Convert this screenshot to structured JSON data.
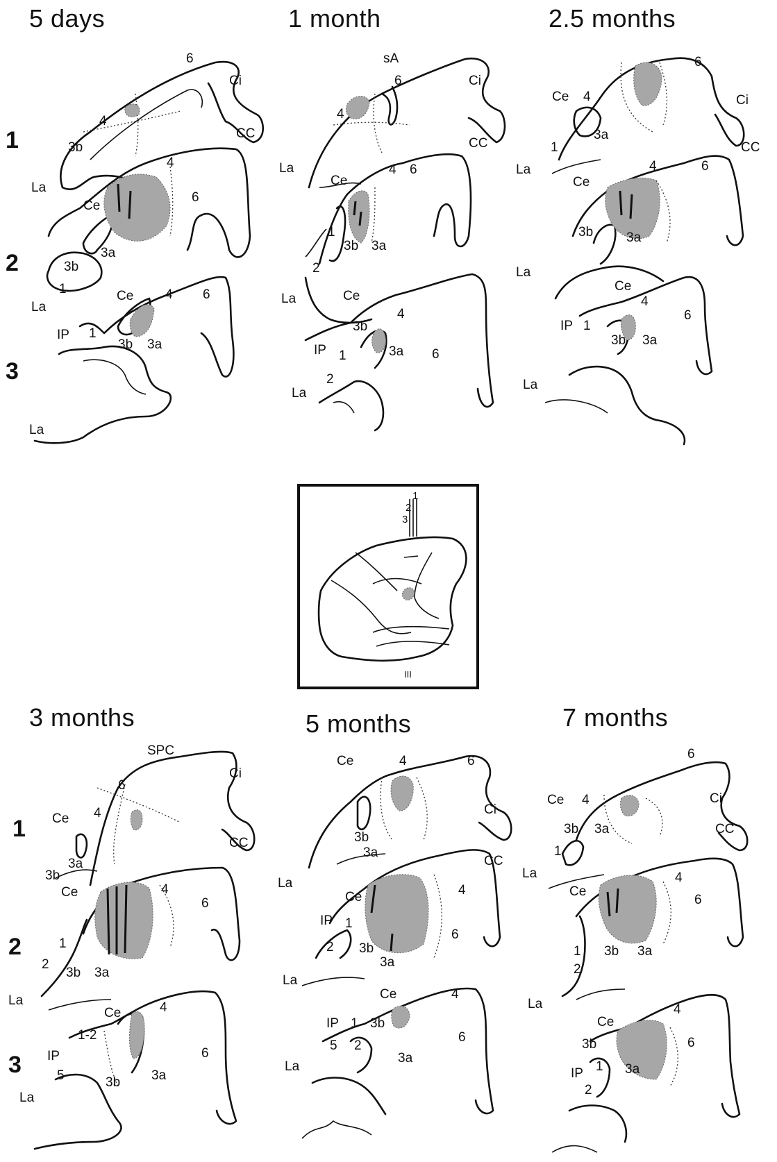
{
  "titles": {
    "t1": "5 days",
    "t2": "1 month",
    "t3": "2.5 months",
    "t4": "3 months",
    "t5": "5 months",
    "t6": "7 months"
  },
  "row_numbers": {
    "top": [
      "1",
      "2",
      "3"
    ],
    "bottom": [
      "1",
      "2",
      "3"
    ]
  },
  "inset": {
    "levels": [
      "1",
      "2",
      "3"
    ],
    "bottom_mark": "III"
  },
  "labels": {
    "p1": {
      "s1": [
        "6",
        "Ci",
        "CC",
        "4",
        "3b",
        "La"
      ],
      "s2": [
        "4",
        "Ce",
        "6",
        "3a",
        "3b",
        "1",
        "La"
      ],
      "s3": [
        "Ce",
        "4",
        "6",
        "IP",
        "1",
        "3b",
        "3a",
        "La"
      ]
    },
    "p2": {
      "s1": [
        "sA",
        "6",
        "Ci",
        "4",
        "CC",
        "La"
      ],
      "s2": [
        "Ce",
        "4",
        "6",
        "1",
        "3b",
        "3a",
        "2",
        "La"
      ],
      "s3": [
        "Ce",
        "4",
        "3b",
        "IP",
        "1",
        "3a",
        "6",
        "2",
        "La"
      ]
    },
    "p3": {
      "s1": [
        "6",
        "Ce",
        "4",
        "Ci",
        "3a",
        "CC",
        "1",
        "La"
      ],
      "s2": [
        "Ce",
        "4",
        "6",
        "3b",
        "3a",
        "La"
      ],
      "s3": [
        "Ce",
        "4",
        "IP",
        "1",
        "6",
        "3b",
        "3a",
        "La"
      ]
    },
    "p4": {
      "s1": [
        "SPC",
        "6",
        "Ci",
        "4",
        "Ce",
        "CC",
        "3a",
        "3b"
      ],
      "s2": [
        "Ce",
        "4",
        "6",
        "1",
        "2",
        "3b",
        "3a",
        "La"
      ],
      "s3": [
        "Ce",
        "4",
        "1-2",
        "IP",
        "6",
        "5",
        "3a",
        "3b",
        "La"
      ]
    },
    "p5": {
      "s1": [
        "Ce",
        "4",
        "6",
        "Ci",
        "3b",
        "3a",
        "CC",
        "La"
      ],
      "s2": [
        "Ce",
        "4",
        "IP",
        "1",
        "6",
        "2",
        "3b",
        "3a",
        "La"
      ],
      "s3": [
        "Ce",
        "4",
        "IP",
        "1",
        "3b",
        "6",
        "5",
        "2",
        "3a",
        "La"
      ]
    },
    "p6": {
      "s1": [
        "6",
        "Ce",
        "4",
        "Ci",
        "3b",
        "3a",
        "CC",
        "1",
        "La"
      ],
      "s2": [
        "Ce",
        "4",
        "6",
        "1",
        "3b",
        "3a",
        "2",
        "La"
      ],
      "s3": [
        "Ce",
        "4",
        "3b",
        "6",
        "IP",
        "1",
        "3a",
        "2"
      ]
    }
  },
  "colors": {
    "lesion_fill": "#a7a7a7",
    "line": "#111111"
  }
}
